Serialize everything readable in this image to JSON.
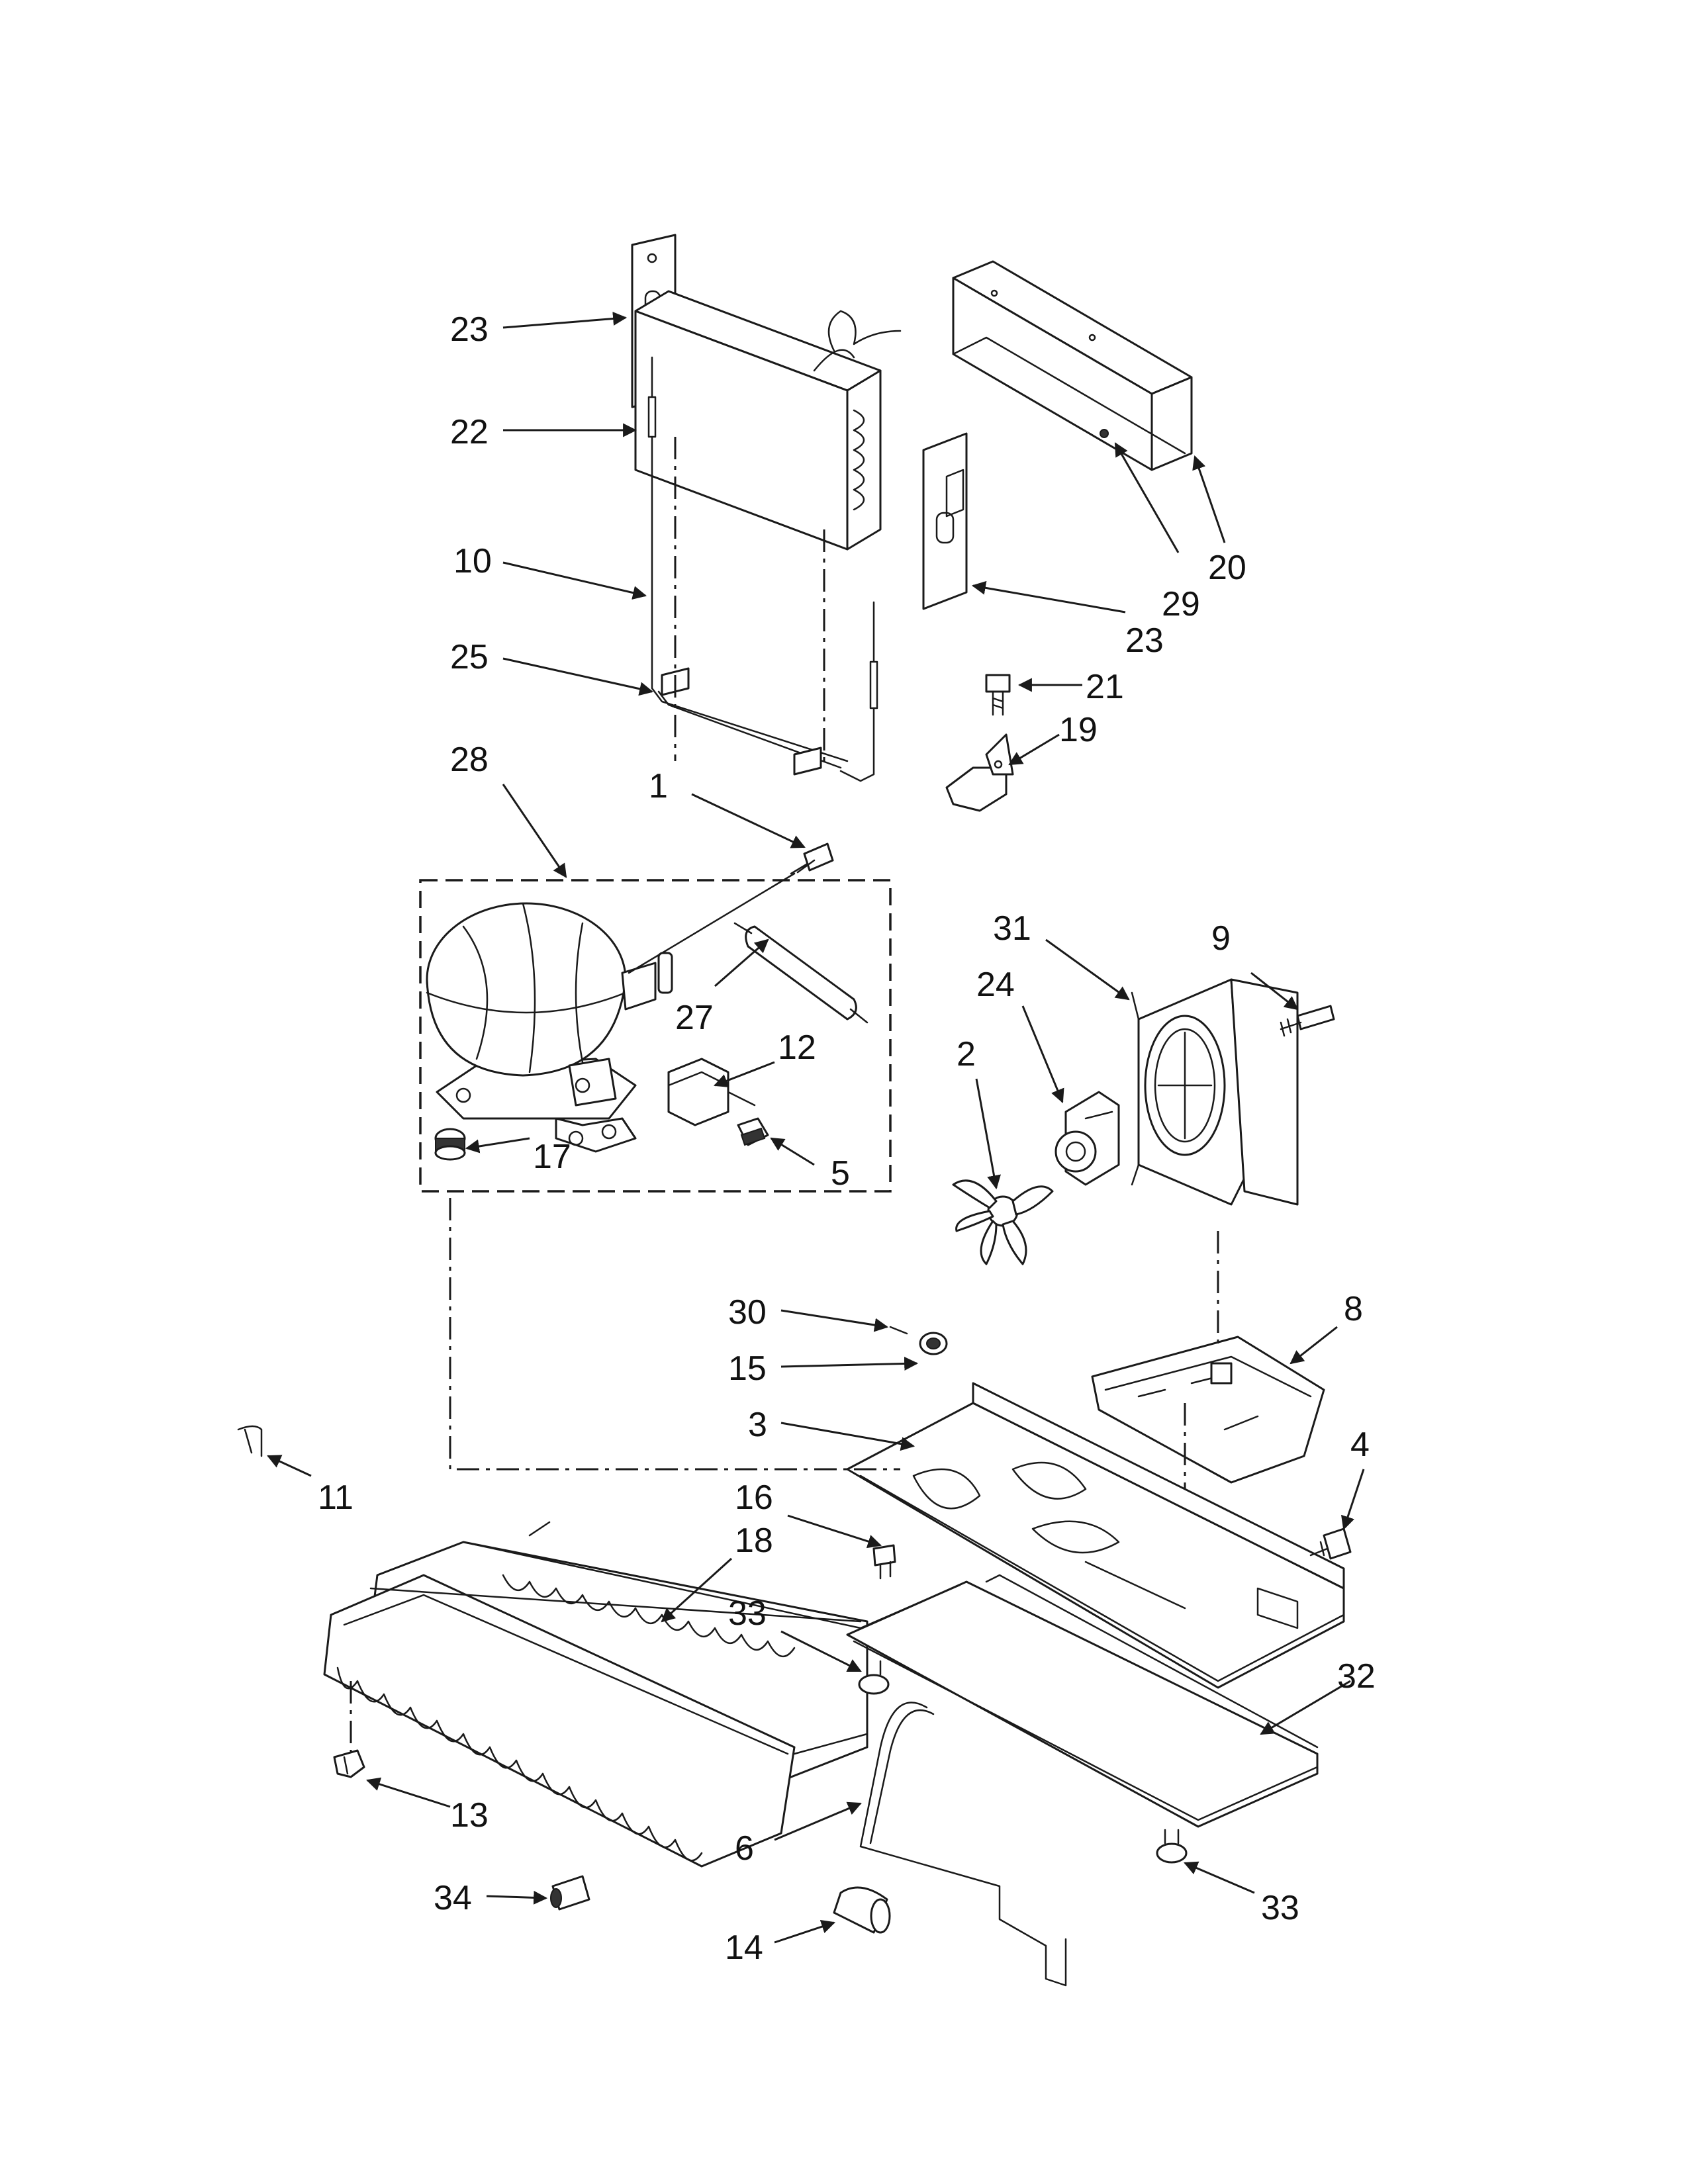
{
  "callouts": [
    {
      "id": "c23a",
      "label": "23"
    },
    {
      "id": "c22",
      "label": "22"
    },
    {
      "id": "c10",
      "label": "10"
    },
    {
      "id": "c25",
      "label": "25"
    },
    {
      "id": "c23b",
      "label": "23"
    },
    {
      "id": "c29",
      "label": "29"
    },
    {
      "id": "c20",
      "label": "20"
    },
    {
      "id": "c21",
      "label": "21"
    },
    {
      "id": "c19",
      "label": "19"
    },
    {
      "id": "c28",
      "label": "28"
    },
    {
      "id": "c1",
      "label": "1"
    },
    {
      "id": "c27",
      "label": "27"
    },
    {
      "id": "c12",
      "label": "12"
    },
    {
      "id": "c17",
      "label": "17"
    },
    {
      "id": "c5",
      "label": "5"
    },
    {
      "id": "c31",
      "label": "31"
    },
    {
      "id": "c9",
      "label": "9"
    },
    {
      "id": "c24",
      "label": "24"
    },
    {
      "id": "c2",
      "label": "2"
    },
    {
      "id": "c30",
      "label": "30"
    },
    {
      "id": "c15",
      "label": "15"
    },
    {
      "id": "c8",
      "label": "8"
    },
    {
      "id": "c3",
      "label": "3"
    },
    {
      "id": "c4",
      "label": "4"
    },
    {
      "id": "c11",
      "label": "11"
    },
    {
      "id": "c16",
      "label": "16"
    },
    {
      "id": "c18",
      "label": "18"
    },
    {
      "id": "c33a",
      "label": "33"
    },
    {
      "id": "c32",
      "label": "32"
    },
    {
      "id": "c13",
      "label": "13"
    },
    {
      "id": "c6",
      "label": "6"
    },
    {
      "id": "c34",
      "label": "34"
    },
    {
      "id": "c14",
      "label": "14"
    },
    {
      "id": "c33b",
      "label": "33"
    }
  ]
}
